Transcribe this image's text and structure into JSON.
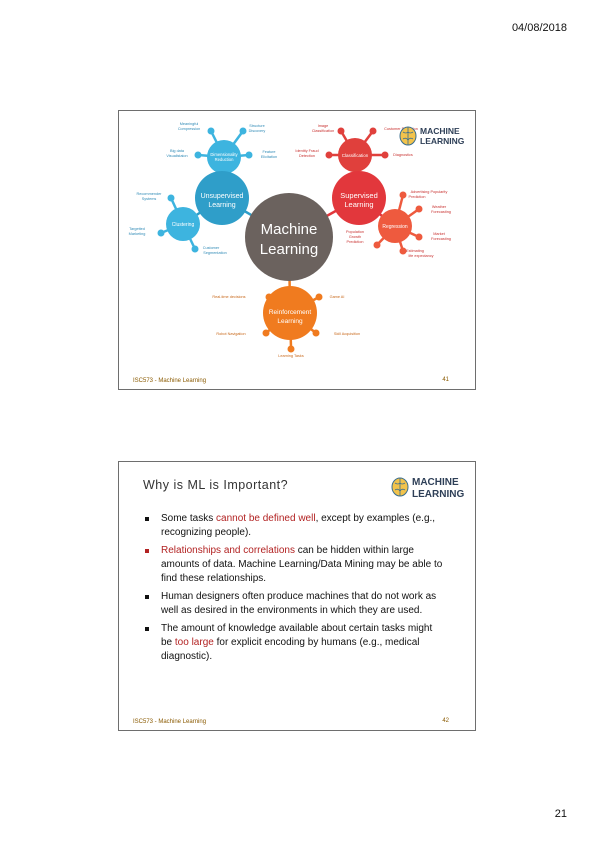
{
  "header": {
    "date": "04/08/2018"
  },
  "page_number": "21",
  "logo": {
    "line1": "MACHINE",
    "line2": "LEARNING"
  },
  "slide1": {
    "footer_left": "ISC573 - Machine Learning",
    "footer_right": "41",
    "center": {
      "line1": "Machine",
      "line2": "Learning"
    },
    "unsupervised": {
      "line1": "Unsupervised",
      "line2": "Learning",
      "dim_red": {
        "line1": "Dimensionality",
        "line2": "Reduction"
      },
      "clustering": "Clustering",
      "leaves": {
        "meaningful_compression": {
          "line1": "Meaningful",
          "line2": "Compression"
        },
        "structure_discovery": {
          "line1": "Structure",
          "line2": "Discovery"
        },
        "big_data_vis": {
          "line1": "Big data",
          "line2": "Visualistaion"
        },
        "feature_elicitation": {
          "line1": "Feature",
          "line2": "Elicitation"
        },
        "recommender": {
          "line1": "Recommender",
          "line2": "Systems"
        },
        "targeted_marketing": {
          "line1": "Targetted",
          "line2": "Marketing"
        },
        "customer_seg": {
          "line1": "Customer",
          "line2": "Segmentation"
        }
      }
    },
    "supervised": {
      "line1": "Supervised",
      "line2": "Learning",
      "classification": "Classification",
      "regression": "Regression",
      "leaves": {
        "image_class": {
          "line1": "Image",
          "line2": "Classification"
        },
        "customer_retention": "Customer Retention",
        "identity_fraud": {
          "line1": "Identity Fraud",
          "line2": "Detection"
        },
        "diagnostics": "Diagnostics",
        "ad_popularity": {
          "line1": "Advertising Popularity",
          "line2": "Prediction"
        },
        "weather": {
          "line1": "Weather",
          "line2": "Forecasting"
        },
        "population": {
          "line1": "Population",
          "line2": "Growth",
          "line3": "Prediction"
        },
        "market": {
          "line1": "Market",
          "line2": "Forecasting"
        },
        "life_exp": {
          "line1": "Estimating",
          "line2": "life expectancy"
        }
      }
    },
    "reinforcement": {
      "line1": "Reinforcement",
      "line2": "Learning",
      "leaves": {
        "realtime": "Real-time decisions",
        "game_ai": "Game AI",
        "robot_nav": "Robot Navigation",
        "skill": "Skill Acquisition",
        "learning_tasks": "Learning Tasks"
      }
    }
  },
  "slide2": {
    "title": "Why is ML is Important?",
    "footer_left": "ISC573 - Machine Learning",
    "footer_right": "42",
    "bullets": {
      "b1": {
        "pre": "Some tasks ",
        "highlight": "cannot be defined well",
        "post": ", except by examples (e.g., recognizing people)."
      },
      "b2": {
        "highlight": "Relationships and correlations",
        "post": " can be hidden within large amounts of data. Machine Learning/Data Mining may be able to find these relationships."
      },
      "b3": {
        "text": "Human designers often produce machines that do not work as well as desired in the environments in which they are used."
      },
      "b4": {
        "pre": "The amount of knowledge available about certain tasks might be ",
        "highlight": "too large",
        "post": " for explicit encoding by humans (e.g., medical diagnostic)."
      }
    }
  }
}
